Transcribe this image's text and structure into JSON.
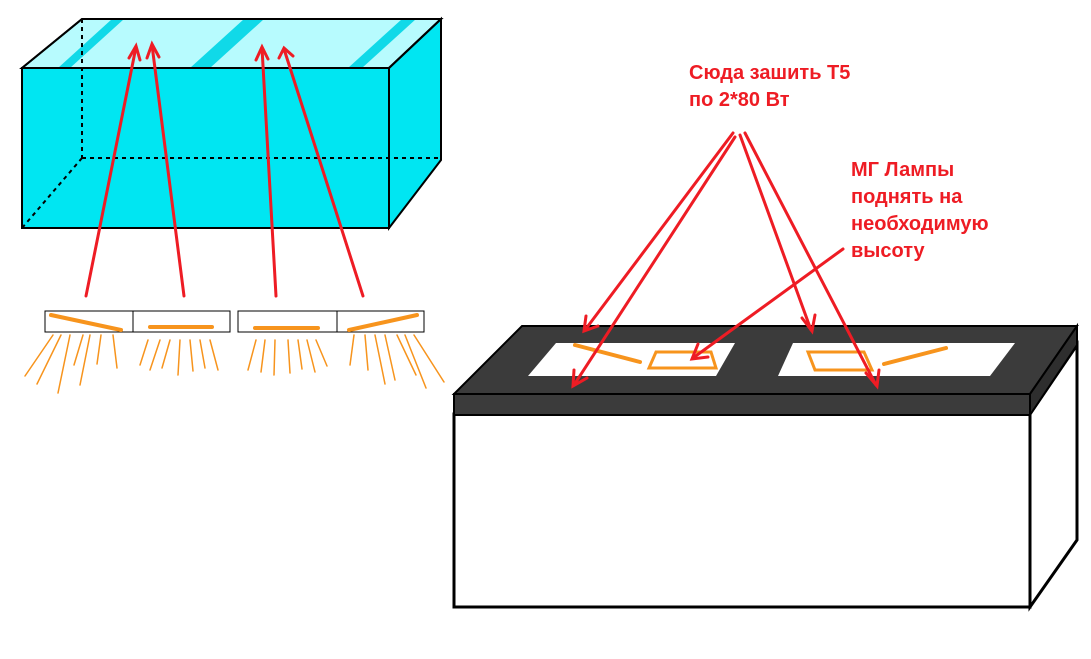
{
  "annotations": {
    "t5_label": {
      "lines": [
        "Сюда зашить Т5",
        "по 2*80 Вт"
      ]
    },
    "mg_label": {
      "lines": [
        "МГ Лампы",
        "поднять на",
        "необходимую",
        "высоту"
      ]
    }
  },
  "colors": {
    "annotation_text": "#ee1c24",
    "arrow": "#ee1c24",
    "aquarium_water": "#00e6f2",
    "aquarium_top_glass": "#b7fbfe",
    "aquarium_glare": "#10d9e8",
    "lamp": "#f7941d",
    "canopy_frame": "#3b3b3b",
    "outline": "#000000"
  },
  "icons": {
    "up_arrow": "arrow-up-icon",
    "pointer_arrow": "arrow-pointer-icon"
  }
}
